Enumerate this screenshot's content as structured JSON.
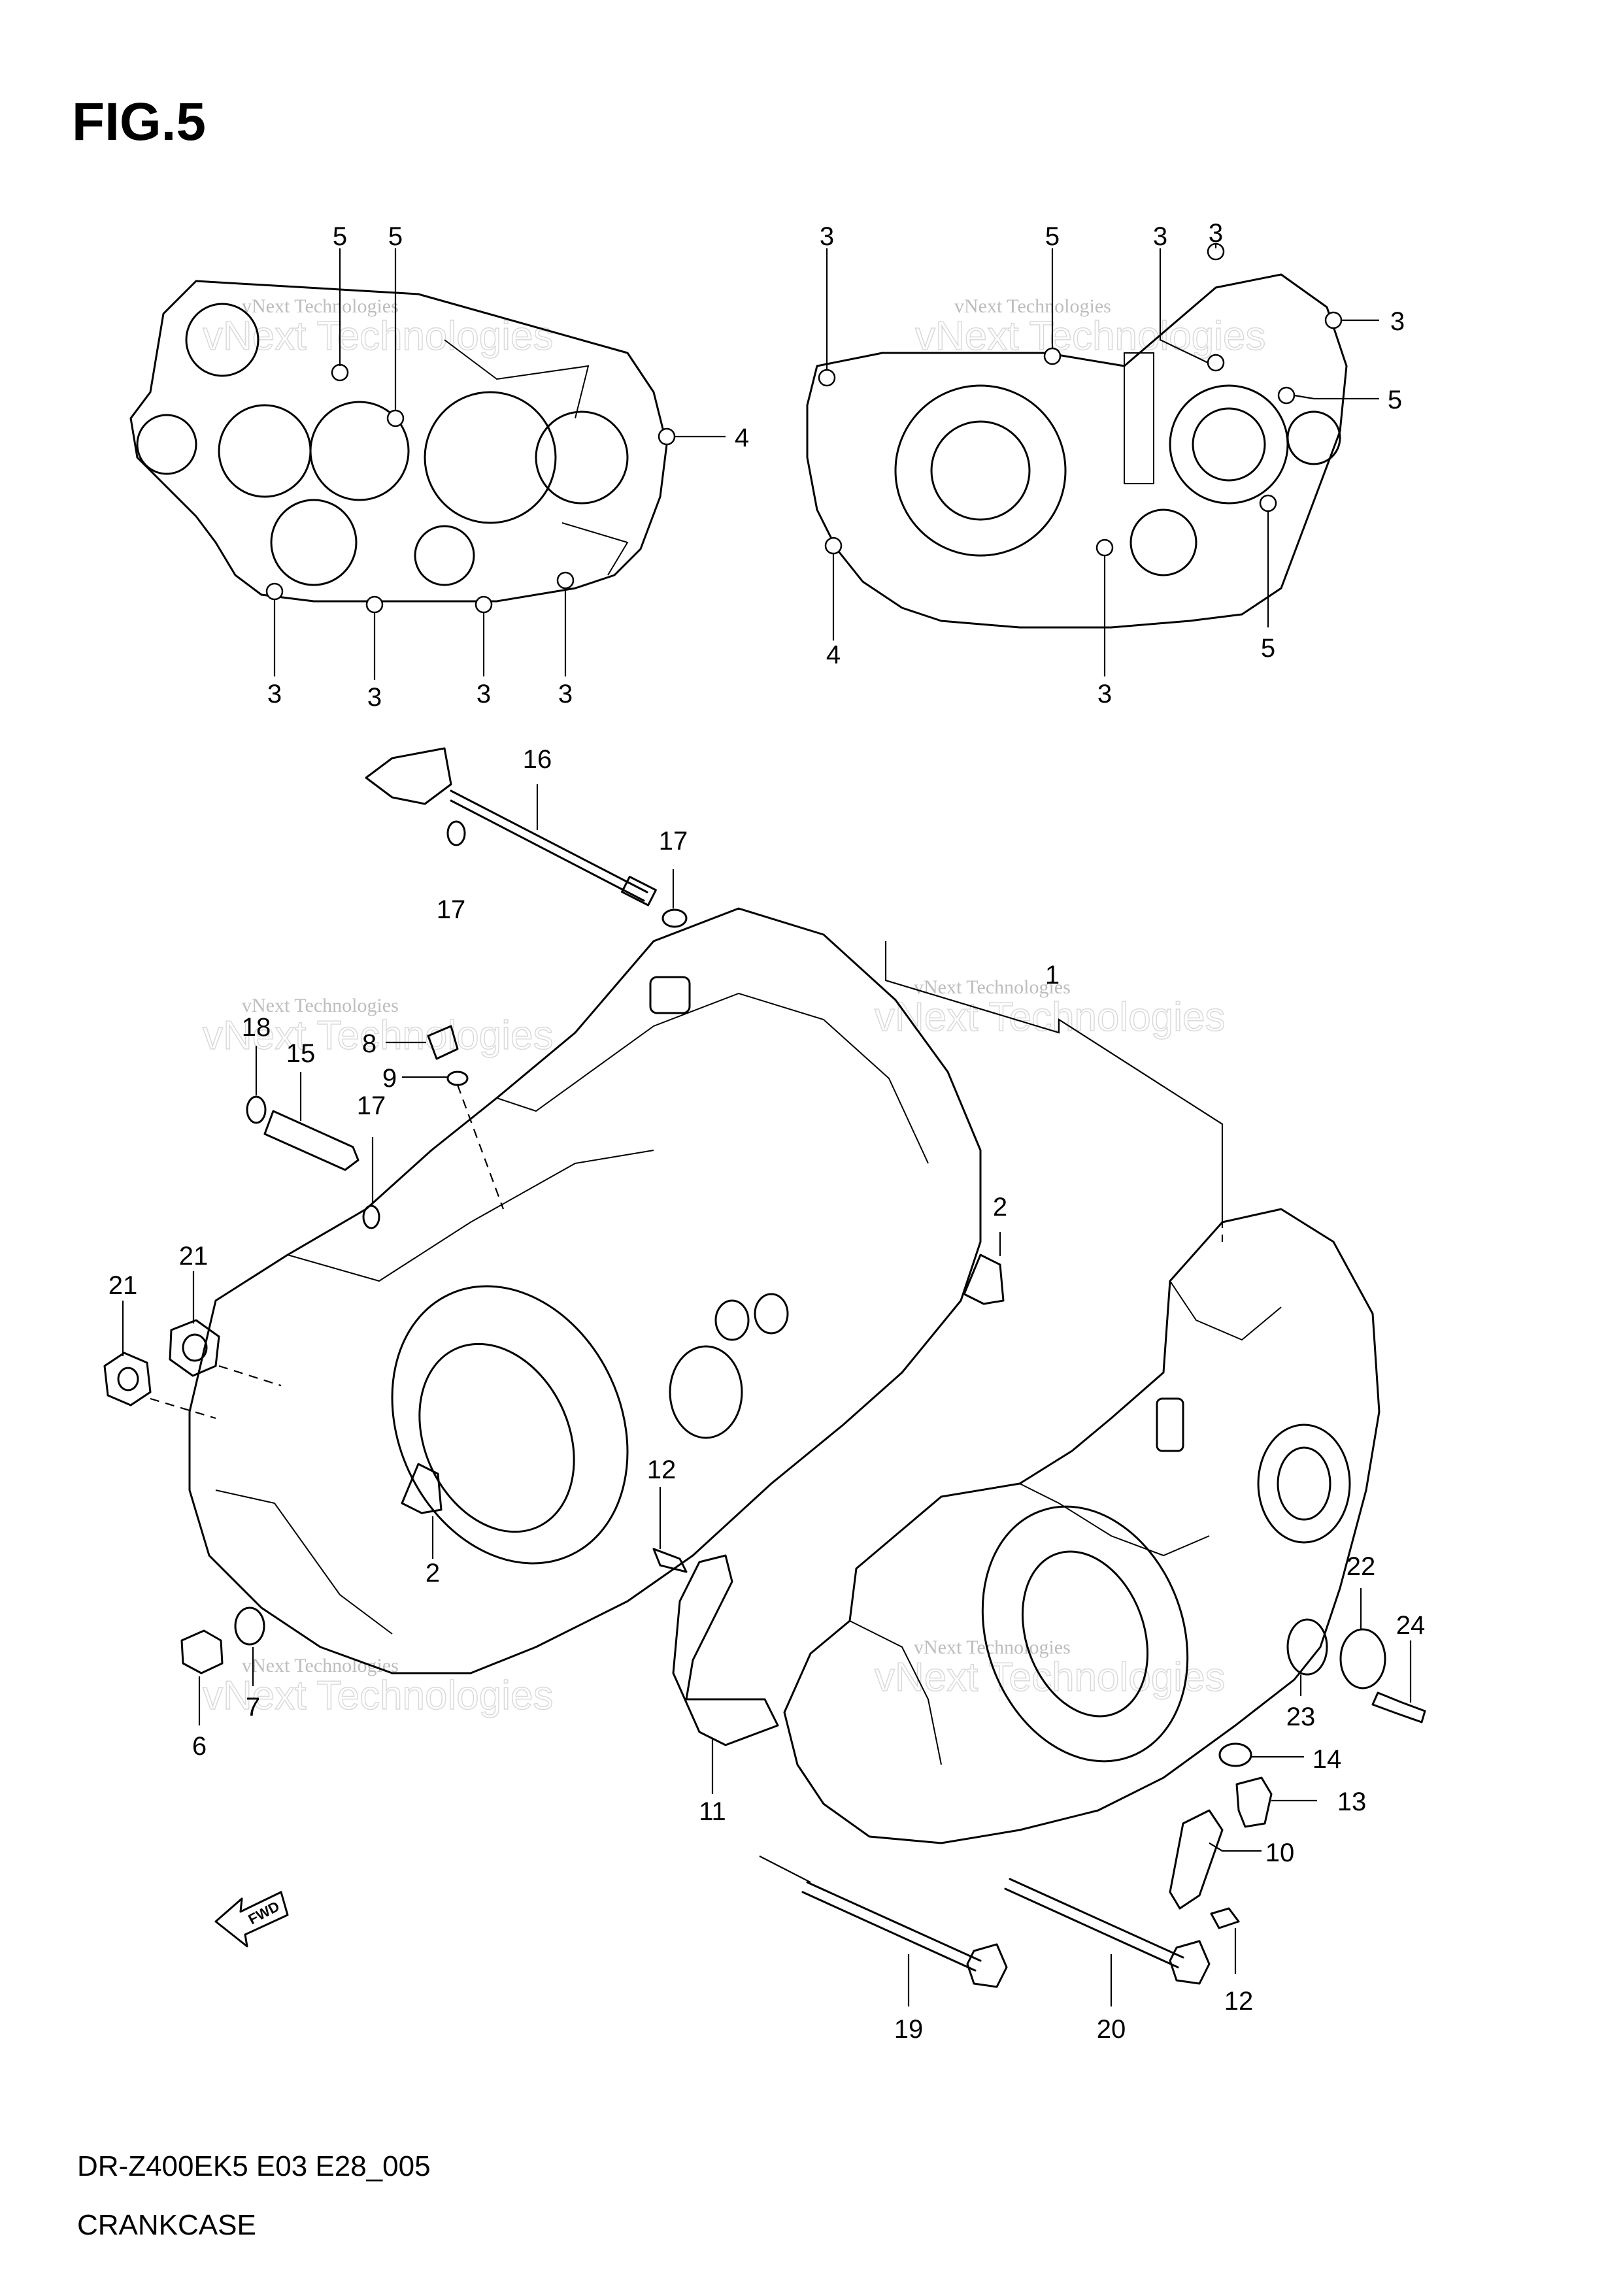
{
  "figure": {
    "title": "FIG.5",
    "model_code": "DR-Z400EK5 E03 E28_005",
    "name": "CRANKCASE",
    "fwd_label": "FWD"
  },
  "watermark": {
    "line1": "vNext Technologies",
    "line2": "vNext Technologies"
  },
  "callouts": [
    {
      "id": "c-top-left-5a",
      "label": "5"
    },
    {
      "id": "c-top-left-5b",
      "label": "5"
    },
    {
      "id": "c-top-left-4",
      "label": "4"
    },
    {
      "id": "c-top-left-3a",
      "label": "3"
    },
    {
      "id": "c-top-left-3b",
      "label": "3"
    },
    {
      "id": "c-top-left-3c",
      "label": "3"
    },
    {
      "id": "c-top-left-3d",
      "label": "3"
    },
    {
      "id": "c-top-right-3a",
      "label": "3"
    },
    {
      "id": "c-top-right-5a",
      "label": "5"
    },
    {
      "id": "c-top-right-3b",
      "label": "3"
    },
    {
      "id": "c-top-right-3c",
      "label": "3"
    },
    {
      "id": "c-top-right-3d",
      "label": "3"
    },
    {
      "id": "c-top-right-5b",
      "label": "5"
    },
    {
      "id": "c-top-right-4",
      "label": "4"
    },
    {
      "id": "c-top-right-3e",
      "label": "3"
    },
    {
      "id": "c-top-right-5c",
      "label": "5"
    },
    {
      "id": "c-16",
      "label": "16"
    },
    {
      "id": "c-17a",
      "label": "17"
    },
    {
      "id": "c-17b",
      "label": "17"
    },
    {
      "id": "c-1",
      "label": "1"
    },
    {
      "id": "c-18",
      "label": "18"
    },
    {
      "id": "c-15",
      "label": "15"
    },
    {
      "id": "c-8",
      "label": "8"
    },
    {
      "id": "c-9",
      "label": "9"
    },
    {
      "id": "c-17c",
      "label": "17"
    },
    {
      "id": "c-2a",
      "label": "2"
    },
    {
      "id": "c-21a",
      "label": "21"
    },
    {
      "id": "c-21b",
      "label": "21"
    },
    {
      "id": "c-12a",
      "label": "12"
    },
    {
      "id": "c-2b",
      "label": "2"
    },
    {
      "id": "c-22",
      "label": "22"
    },
    {
      "id": "c-24",
      "label": "24"
    },
    {
      "id": "c-23",
      "label": "23"
    },
    {
      "id": "c-6",
      "label": "6"
    },
    {
      "id": "c-7",
      "label": "7"
    },
    {
      "id": "c-11",
      "label": "11"
    },
    {
      "id": "c-14",
      "label": "14"
    },
    {
      "id": "c-13",
      "label": "13"
    },
    {
      "id": "c-10",
      "label": "10"
    },
    {
      "id": "c-12b",
      "label": "12"
    },
    {
      "id": "c-19",
      "label": "19"
    },
    {
      "id": "c-20",
      "label": "20"
    }
  ]
}
